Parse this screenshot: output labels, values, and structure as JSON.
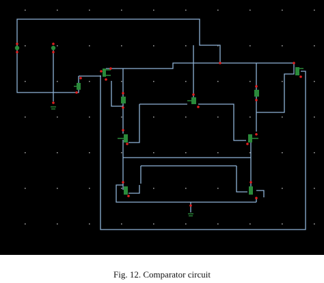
{
  "figure": {
    "caption": "Fig. 12. Comparator circuit"
  },
  "schematic": {
    "background_color": "#000000",
    "grid_dot_color": "#9a9a9a",
    "wire_color": "#8fb4d8",
    "device_body_color": "#2a8a3a",
    "pin_marker_color": "#e02020",
    "transistor_count": 8,
    "current_source_count": 4,
    "ground_symbol_count": 2
  }
}
